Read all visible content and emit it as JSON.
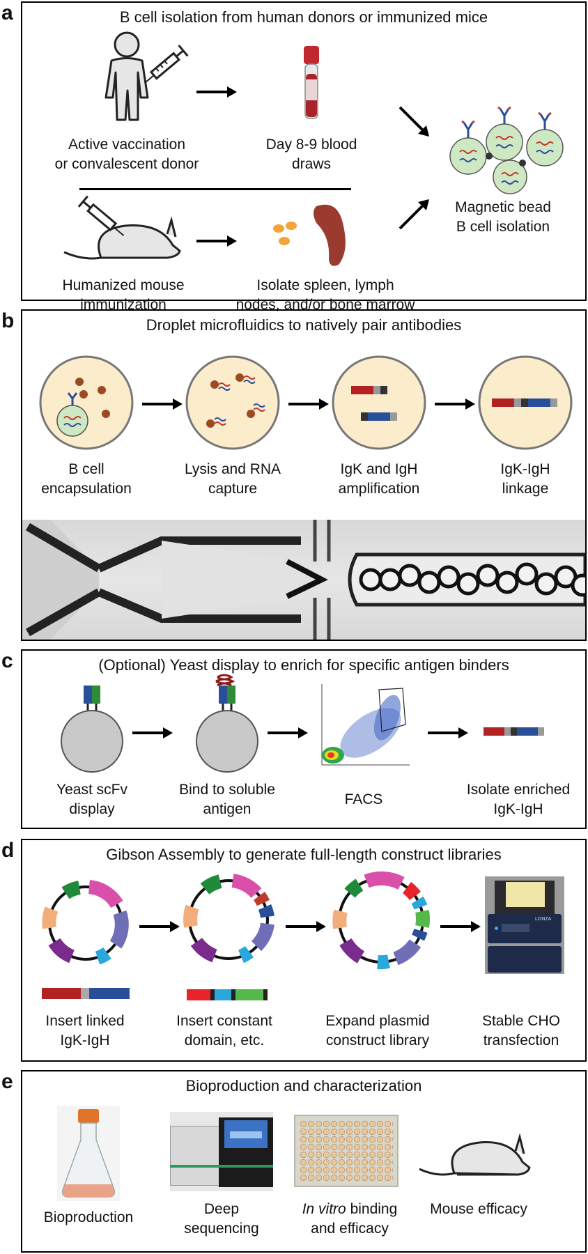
{
  "panel_a": {
    "letter": "a",
    "title": "B cell isolation from human donors or immunized mice",
    "human_donor_label": "Active vaccination\nor convalescent donor",
    "blood_label": "Day 8-9 blood\ndraws",
    "mouse_label": "Humanized mouse\nimmunization",
    "tissue_label": "Isolate spleen, lymph\nnodes, and/or bone marrow",
    "isolation_label": "Magnetic bead\nB cell isolation"
  },
  "panel_b": {
    "letter": "b",
    "title": "Droplet microfluidics to natively pair antibodies",
    "steps": [
      "B cell\nencapsulation",
      "Lysis and RNA\ncapture",
      "IgK and IgH\namplification",
      "IgK-IgH\nlinkage"
    ]
  },
  "panel_c": {
    "letter": "c",
    "title": "(Optional) Yeast display to enrich for specific antigen binders",
    "steps": [
      "Yeast scFv\ndisplay",
      "Bind to soluble\nantigen",
      "FACS",
      "Isolate enriched\nIgK-IgH"
    ]
  },
  "panel_d": {
    "letter": "d",
    "title": "Gibson Assembly to generate full-length construct libraries",
    "steps": [
      "Insert linked\nIgK-IgH",
      "Insert constant\ndomain, etc.",
      "Expand plasmid\nconstruct library",
      "Stable CHO\ntransfection"
    ],
    "device_brand": "LONZA"
  },
  "panel_e": {
    "letter": "e",
    "title": "Bioproduction and characterization",
    "steps": [
      "Bioproduction",
      "Deep\nsequencing",
      "binding\nand efficacy",
      "Mouse efficacy"
    ],
    "invitro_prefix": "In vitro"
  },
  "colors": {
    "igk_red": "#b22222",
    "igh_blue": "#2a4f9a",
    "droplet_fill": "#fbeccb",
    "bcell_fill": "#cfe8c4",
    "bead_brown": "#9b4a22",
    "yeast_gray": "#c9c9c9"
  }
}
